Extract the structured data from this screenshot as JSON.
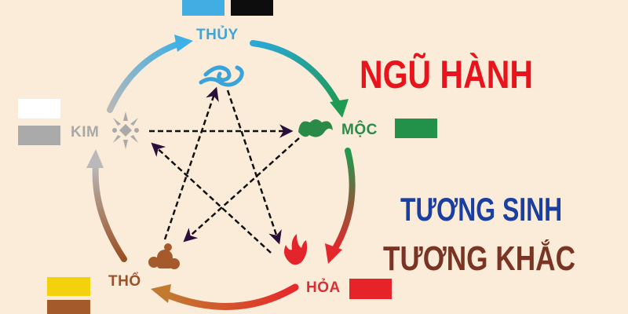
{
  "title": {
    "main": "NGŨ HÀNH",
    "line2": "TƯƠNG SINH",
    "line3": "TƯƠNG KHẮC",
    "colors": {
      "main": "#e8141b",
      "line2": "#1a3fa0",
      "line3": "#7a3423"
    }
  },
  "elements": [
    {
      "id": "thuy",
      "label": "THỦY",
      "icon": "water-cloud-icon",
      "color": "#3fa4d6",
      "swatches": [
        "#41ade3",
        "#0d0d0d"
      ]
    },
    {
      "id": "moc",
      "label": "MỘC",
      "icon": "wood-leaf-icon",
      "color": "#2a8a48",
      "swatches": [
        "#22924a"
      ]
    },
    {
      "id": "hoa",
      "label": "HỎA",
      "icon": "fire-flame-icon",
      "color": "#e4242b",
      "swatches": [
        "#e62329"
      ]
    },
    {
      "id": "tho",
      "label": "THỔ",
      "icon": "earth-rock-icon",
      "color": "#a0562a",
      "swatches": [
        "#f3d20d",
        "#a45a2a"
      ]
    },
    {
      "id": "kim",
      "label": "KIM",
      "icon": "metal-star-icon",
      "color": "#a8a8a8",
      "swatches": [
        "#ffffff",
        "#aaaaaa"
      ]
    }
  ],
  "cycles": {
    "generating": [
      "THỦY → MỘC",
      "MỘC → HỎA",
      "HỎA → THỔ",
      "THỔ → KIM",
      "KIM → THỦY"
    ],
    "overcoming": [
      "KIM → MỘC",
      "MỘC → THỔ",
      "THỔ → THỦY",
      "THỦY → HỎA",
      "HỎA → KIM"
    ]
  }
}
